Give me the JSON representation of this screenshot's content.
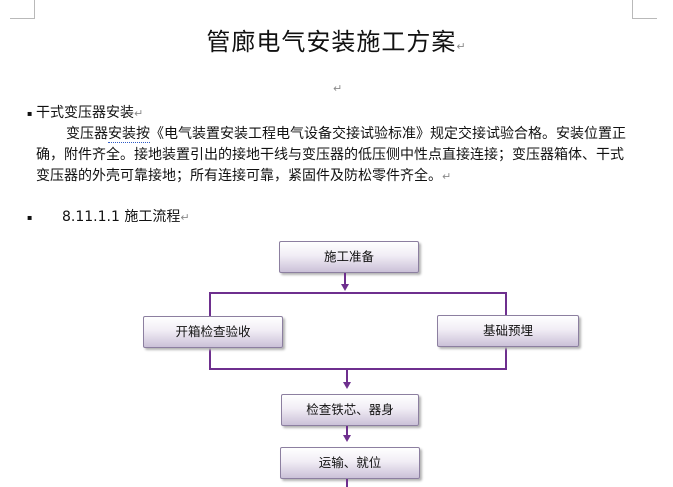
{
  "title": "管廊电气安装施工方案",
  "paragraph_mark": "↵",
  "bullet": "▪",
  "section": {
    "heading": "干式变压器安装",
    "paragraph_before_link": "变压器",
    "paragraph_link": "安装按",
    "paragraph_after_link": "《电气装置安装工程电气设备交接试验标准》规定交接试验合格。安装位置正确，附件齐全。接地装置引出的接地干线与变压器的低压侧中性点直接连接；变压器箱体、干式变压器的外壳可靠接地；所有连接可靠，紧固件及防松零件齐全。"
  },
  "subsection": {
    "heading": "8.11.1.1 施工流程"
  },
  "flowchart": {
    "steps": {
      "prepare": "施工准备",
      "unpack_inspect": "开箱检查验收",
      "foundation": "基础预埋",
      "check_core": "检查铁芯、器身",
      "transport": "运输、就位"
    },
    "line_color": "#6e2f8e"
  }
}
